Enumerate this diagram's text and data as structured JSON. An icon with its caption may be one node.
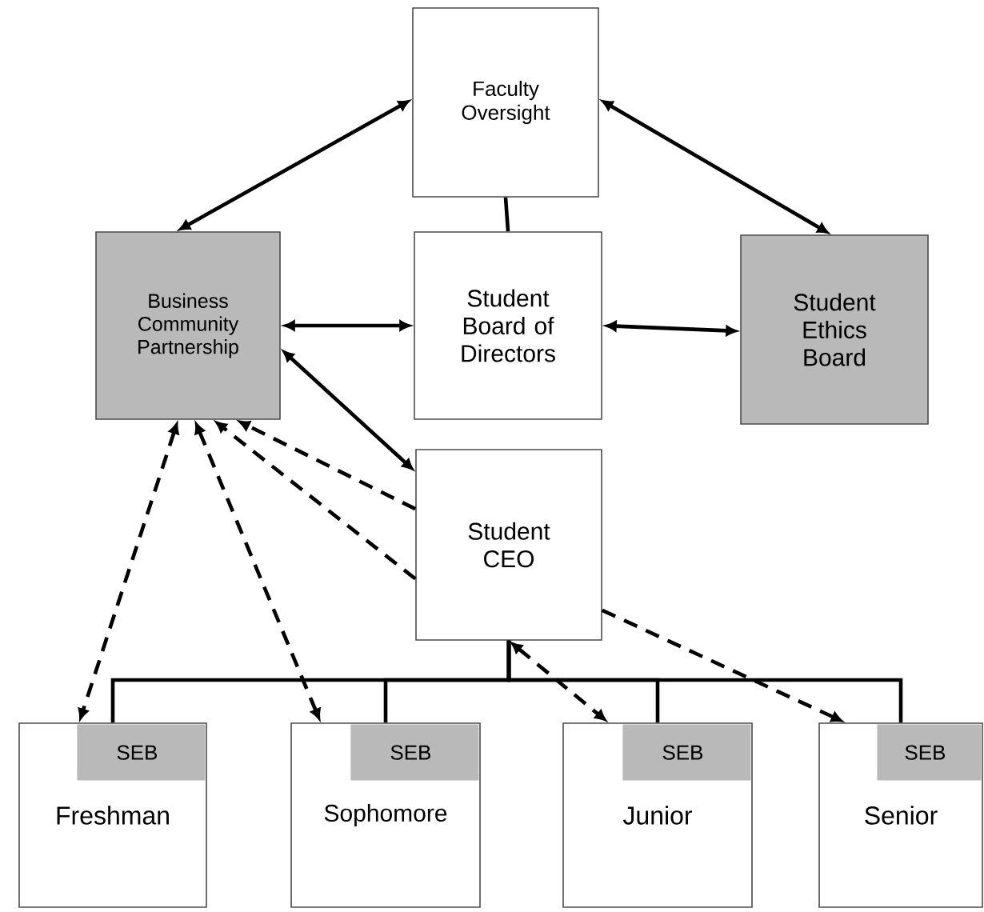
{
  "diagram": {
    "nodes": [
      {
        "text": [
          "Faculty Oversight"
        ]
      },
      {
        "text": [
          "Business Community Partnership"
        ]
      },
      {
        "text": [
          "Student Board of Directors"
        ]
      },
      {
        "text": [
          "Student Ethics Board"
        ]
      },
      {
        "text": [
          "Student CEO"
        ]
      },
      {
        "text": [
          "Freshman"
        ]
      },
      {
        "text": [
          "SEB"
        ],
        "in": 5
      },
      {
        "text": [
          "Sophomore"
        ]
      },
      {
        "text": [
          "SEB"
        ],
        "in": 7
      },
      {
        "text": [
          "Junior"
        ]
      },
      {
        "text": [
          "SEB"
        ],
        "in": 9
      },
      {
        "text": [
          "Senior"
        ]
      },
      {
        "text": [
          "SEB"
        ],
        "in": 11
      }
    ],
    "edges": [
      {
        "from": 1,
        "to": 0,
        "arrow": "both"
      },
      {
        "from": 0,
        "to": 3,
        "arrow": "both"
      },
      {
        "from": 0,
        "to": 2,
        "arrow": "none"
      },
      {
        "from": 1,
        "to": 2,
        "arrow": "both"
      },
      {
        "from": 2,
        "to": 3,
        "arrow": "both"
      },
      {
        "from": 1,
        "to": 4,
        "arrow": "both"
      },
      {
        "from": 4,
        "to": 1,
        "arrow": "to",
        "style": "dashed"
      },
      {
        "from": 4,
        "to": 1,
        "arrow": "to",
        "style": "dashed"
      },
      {
        "from": 1,
        "to": 5,
        "arrow": "both",
        "style": "dashed"
      },
      {
        "from": 1,
        "to": 7,
        "arrow": "both",
        "style": "dashed"
      },
      {
        "from": 4,
        "to": 9,
        "arrow": "both",
        "style": "dashed"
      },
      {
        "from": 4,
        "to": 11,
        "arrow": "to",
        "style": "dashed"
      },
      {
        "from": 4,
        "to": 5,
        "arrow": "none"
      },
      {
        "from": 4,
        "to": 7,
        "arrow": "none"
      },
      {
        "from": 4,
        "to": 9,
        "arrow": "none"
      },
      {
        "from": 4,
        "to": 11,
        "arrow": "none"
      }
    ]
  }
}
